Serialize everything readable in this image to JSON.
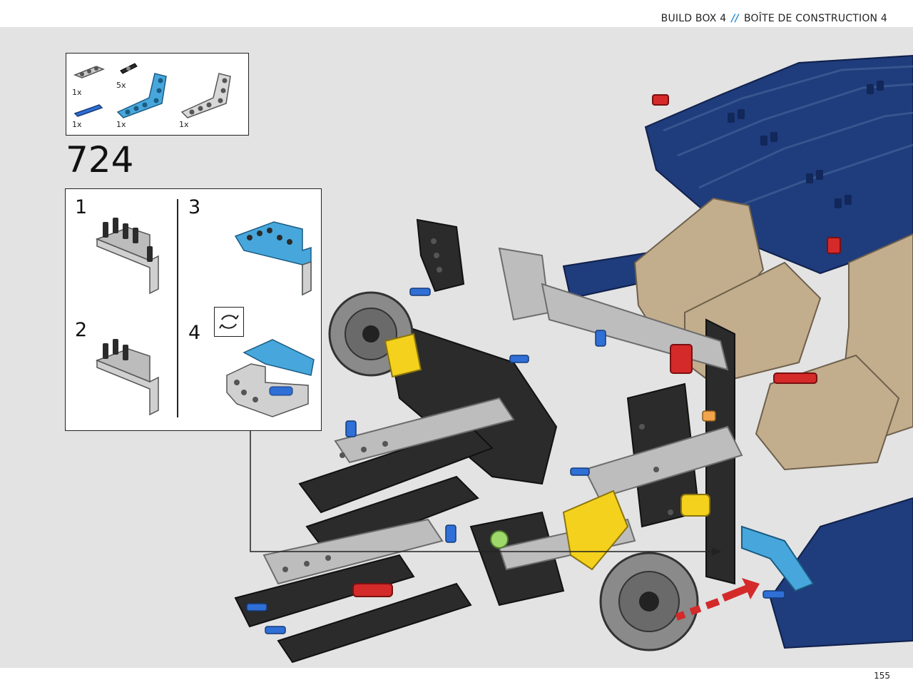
{
  "header": {
    "left": "BUILD BOX 4",
    "separator": "//",
    "right": "BOÎTE DE CONSTRUCTION 4"
  },
  "parts_list": {
    "items": [
      {
        "qty": "1x",
        "icon": "gray-beam-3-icon"
      },
      {
        "qty": "5x",
        "icon": "black-axle-pin-icon"
      },
      {
        "qty": "1x",
        "icon": "blue-pin-icon"
      },
      {
        "qty": "1x",
        "icon": "blue-l-beam-icon"
      },
      {
        "qty": "1x",
        "icon": "gray-l-beam-icon"
      }
    ]
  },
  "step": {
    "number": "724"
  },
  "substeps": {
    "items": [
      {
        "label": "1"
      },
      {
        "label": "2"
      },
      {
        "label": "3"
      },
      {
        "label": "4"
      }
    ],
    "rotate_icon": "rotate-model-icon"
  },
  "footer": {
    "page_number": "155"
  },
  "colors": {
    "background": "#e3e3e3",
    "accent": "#2a8fd6",
    "dark_blue": "#1e3a7a",
    "tan": "#c2ad8d",
    "light_blue": "#47a7dc",
    "red": "#d42a2a",
    "yellow": "#f4d11c"
  }
}
